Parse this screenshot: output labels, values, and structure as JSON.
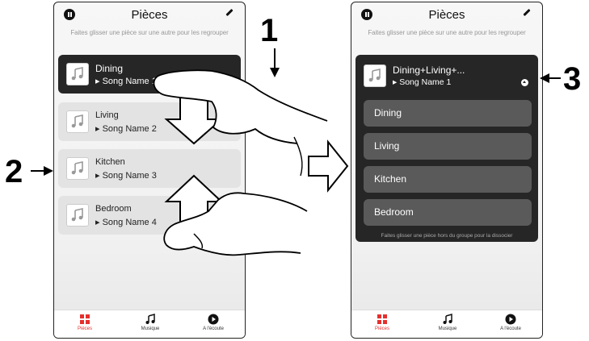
{
  "left_screen": {
    "title": "Pièces",
    "hint": "Faites glisser une pièce sur une autre pour les regrouper",
    "rooms": [
      {
        "name": "Dining",
        "song": "▸ Song Name 1"
      },
      {
        "name": "Living",
        "song": "▸ Song Name 2"
      },
      {
        "name": "Kitchen",
        "song": "▸ Song Name 3"
      },
      {
        "name": "Bedroom",
        "song": "▸ Song Name 4"
      }
    ],
    "tabs": [
      {
        "label": "Pièces"
      },
      {
        "label": "Musique"
      },
      {
        "label": "A l'écoute"
      }
    ]
  },
  "right_screen": {
    "title": "Pièces",
    "hint": "Faites glisser une pièce sur une autre pour les regrouper",
    "group": {
      "name": "Dining+Living+...",
      "song": "▸ Song Name 1",
      "members": [
        "Dining",
        "Living",
        "Kitchen",
        "Bedroom"
      ],
      "hint": "Faites glisser une pièce hors du groupe pour la dissocier"
    },
    "tabs": [
      {
        "label": "Pièces"
      },
      {
        "label": "Musique"
      },
      {
        "label": "A l'écoute"
      }
    ]
  },
  "callouts": {
    "one": "1",
    "two": "2",
    "three": "3"
  },
  "colors": {
    "active_tab": "#e5302e",
    "dark_card": "#262626",
    "member_row": "#5a5a5a"
  }
}
